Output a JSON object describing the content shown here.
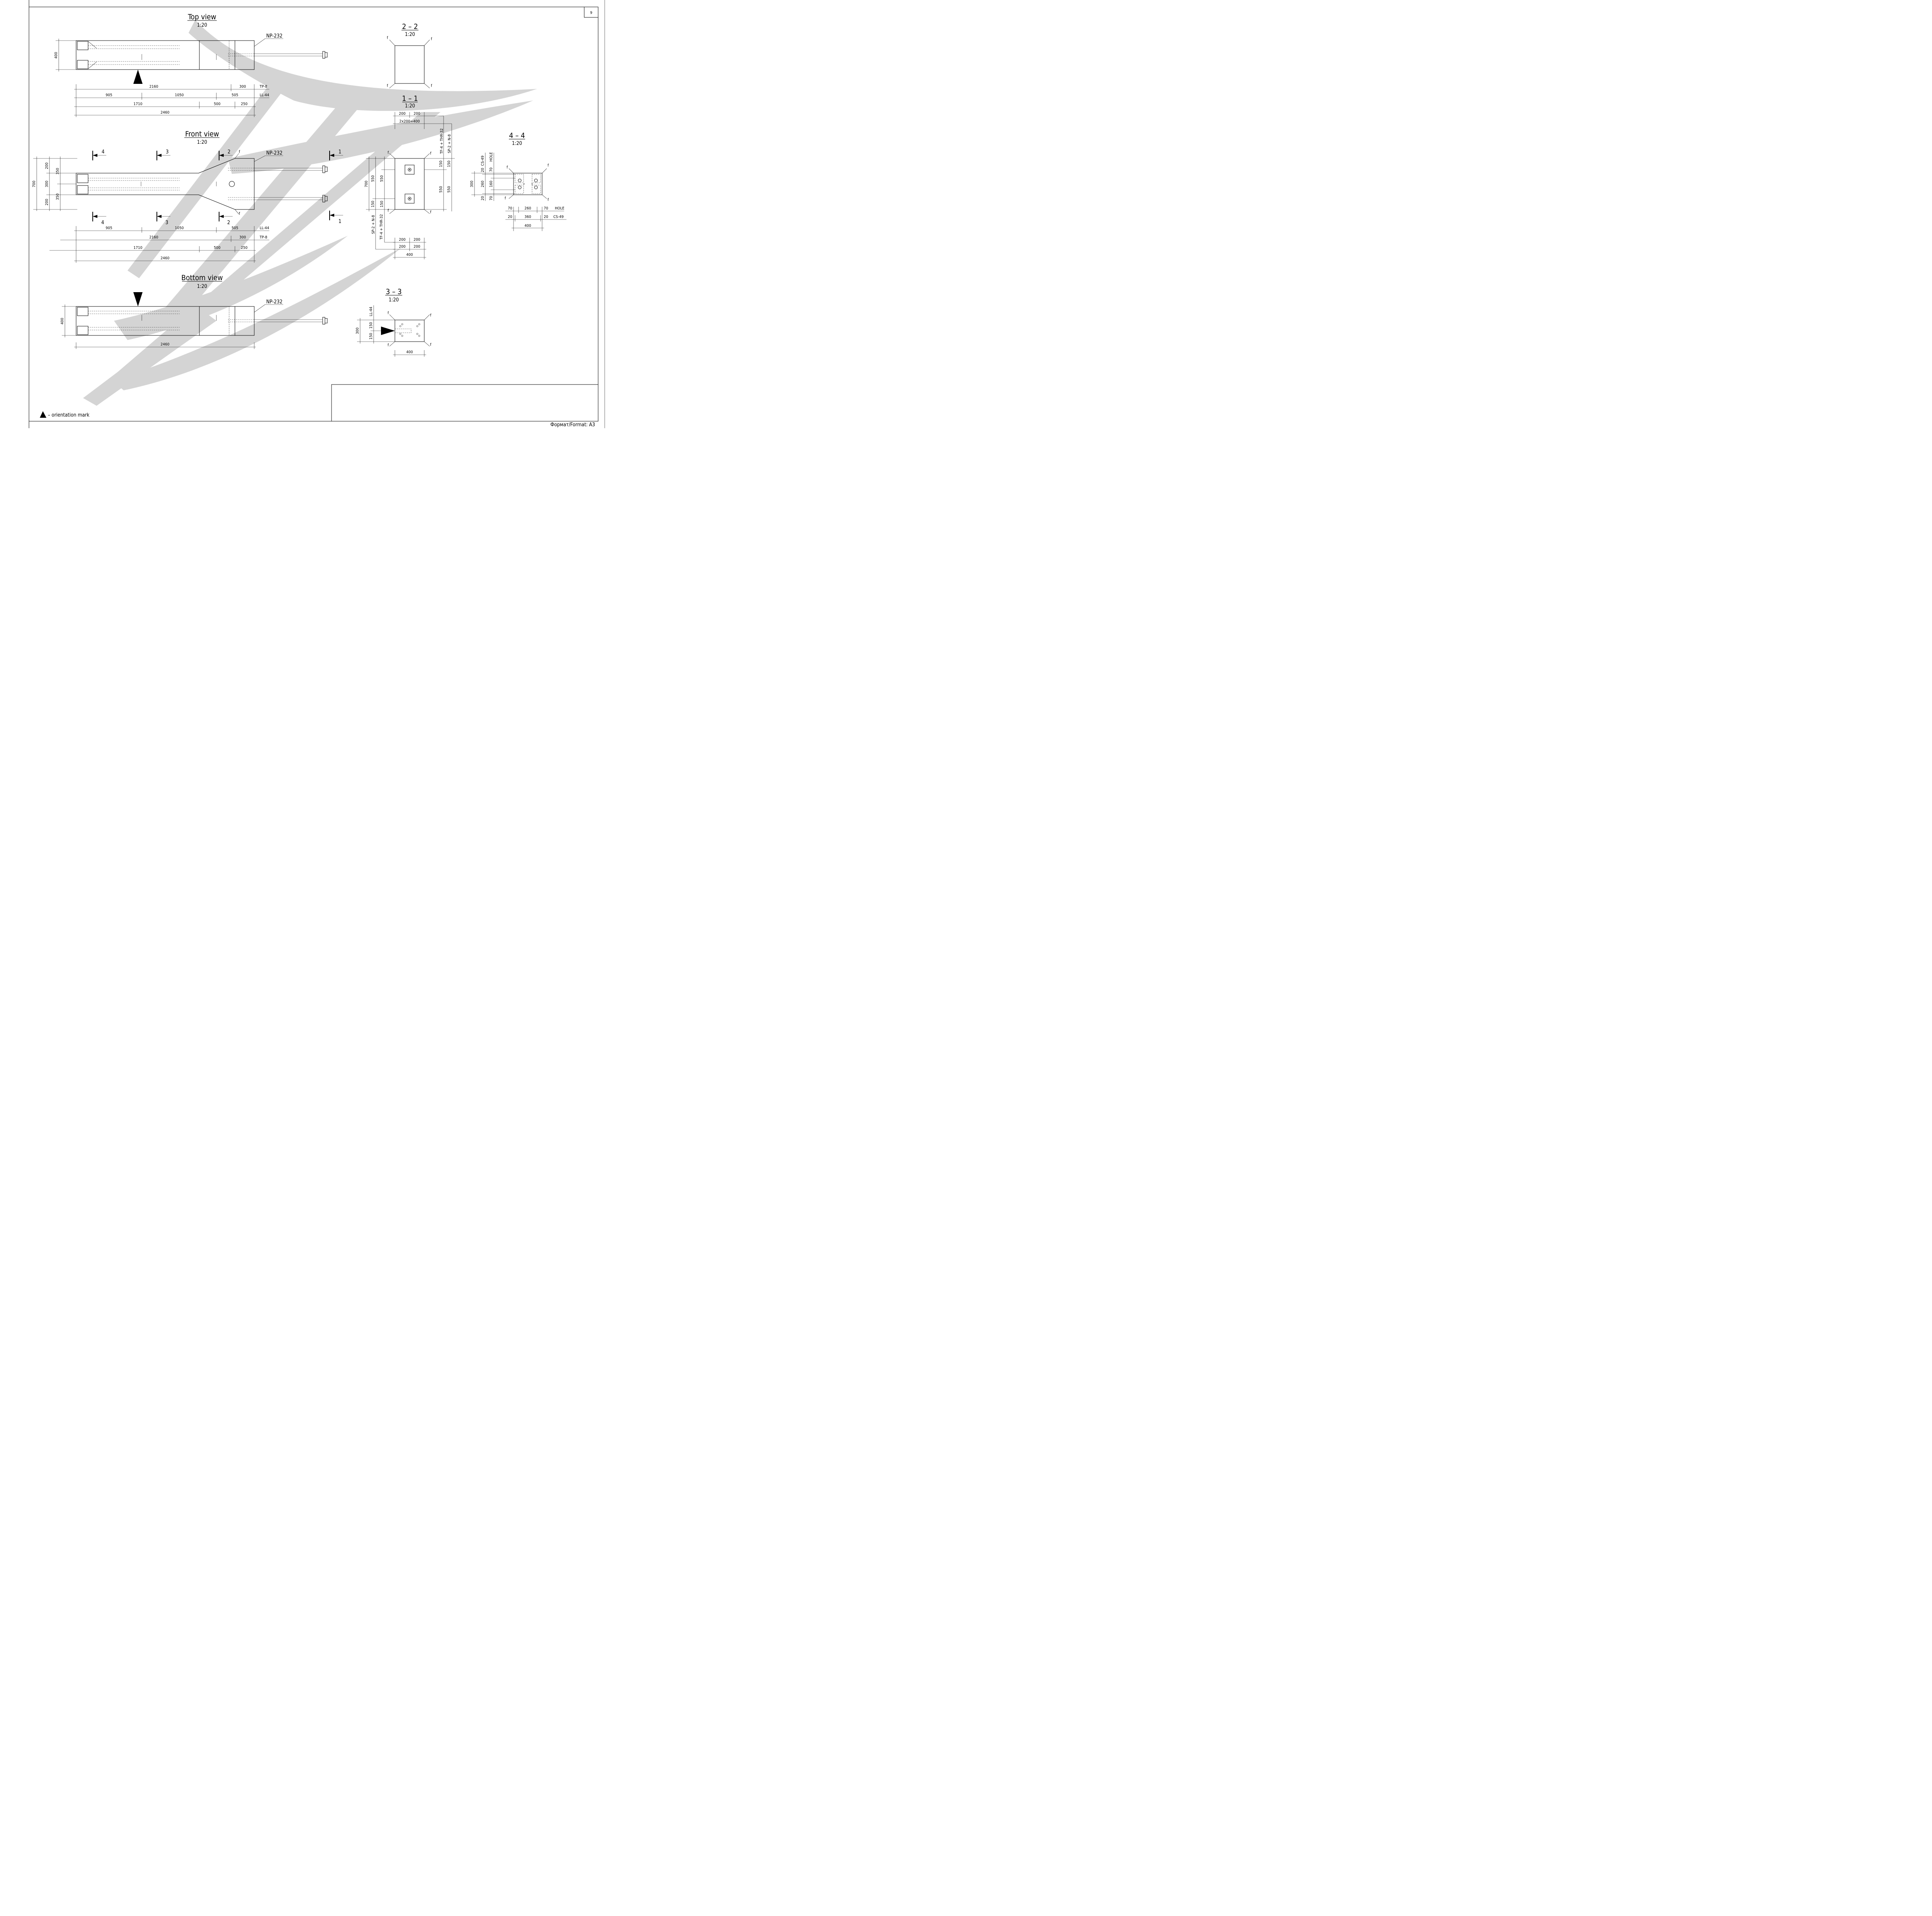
{
  "sheet": {
    "page_number": "9",
    "format_label": "Формат/Format: A3"
  },
  "views": {
    "top": {
      "title": "Top view",
      "scale": "1:20",
      "np_label": "NP-232",
      "dims": {
        "height": "400",
        "row1": [
          "2160",
          "300"
        ],
        "row1_tag": "TP-8",
        "row2": [
          "905",
          "1050",
          "505"
        ],
        "row2_tag": "LL-44",
        "row3": [
          "1710",
          "500",
          "250"
        ],
        "total": "2460"
      }
    },
    "front": {
      "title": "Front view",
      "scale": "1:20",
      "np_label": "NP-232",
      "flange_tag": "f",
      "cuts": [
        "4",
        "3",
        "2",
        "1"
      ],
      "dims": {
        "total_height": "700",
        "left_a": [
          "200",
          "300",
          "200"
        ],
        "left_b": [
          "350",
          "350"
        ],
        "row1": [
          "905",
          "1050",
          "505"
        ],
        "row1_tag": "LL-44",
        "row2": [
          "2160",
          "300"
        ],
        "row2_tag": "TP-8",
        "row3": [
          "1710",
          "500",
          "250"
        ],
        "total": "2460"
      }
    },
    "bottom": {
      "title": "Bottom view",
      "scale": "1:20",
      "np_label": "NP-232",
      "dims": {
        "height": "400",
        "total": "2460"
      }
    }
  },
  "sections": {
    "s22": {
      "title": "2 – 2",
      "scale": "1:20",
      "tag": "f"
    },
    "s11": {
      "title": "1 – 1",
      "scale": "1:20",
      "tag": "f",
      "dims": {
        "top": [
          "200",
          "200"
        ],
        "top_sum": "2x200=400",
        "height": "700",
        "left_a": [
          "550",
          "150"
        ],
        "left_b": [
          "550",
          "150"
        ],
        "right_a": [
          "150",
          "550"
        ],
        "right_b": [
          "150",
          "550"
        ],
        "bottom_a": [
          "200",
          "200"
        ],
        "bottom_b": [
          "200",
          "200"
        ],
        "bottom_total": "400",
        "label_tl": "SP-2 + N-8",
        "label_tl2": "TF-4 + THR-32",
        "label_tr": "TF-4 + THR-32",
        "label_tr2": "SP-2 + N-8"
      }
    },
    "s44": {
      "title": "4 – 4",
      "scale": "1:20",
      "tag": "f",
      "dims": {
        "cs_label": "CS-49",
        "hole_label": "HOLE",
        "height": "300",
        "left": [
          "20",
          "260",
          "20"
        ],
        "right": [
          "70",
          "160",
          "70"
        ],
        "bottom_row1": [
          "70",
          "260",
          "70"
        ],
        "bottom_row1_tag": "HOLE",
        "bottom_row2": [
          "20",
          "360",
          "20"
        ],
        "bottom_row2_tag": "CS-49",
        "bottom_total": "400"
      }
    },
    "s33": {
      "title": "3 – 3",
      "scale": "1:20",
      "tag": "f",
      "dims": {
        "ll_label": "LL-44",
        "height": "300",
        "parts": [
          "150",
          "150"
        ],
        "width": "400"
      }
    }
  },
  "legend": {
    "text": "– orientation mark"
  }
}
